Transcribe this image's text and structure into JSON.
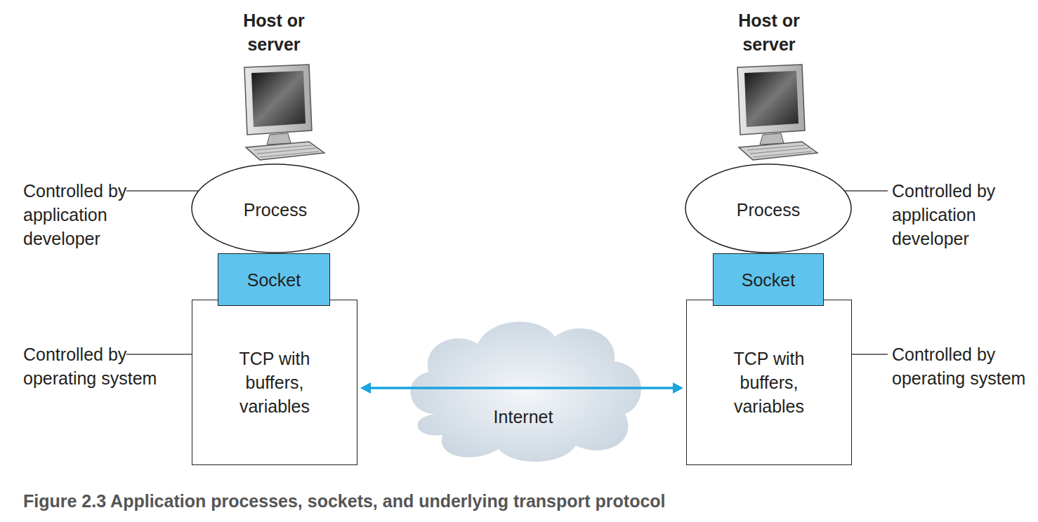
{
  "diagram": {
    "caption": "Figure 2.3 Application processes, sockets, and underlying transport protocol",
    "nodes": [
      {
        "text": [
          "Process"
        ]
      },
      {
        "text": [
          "Socket"
        ]
      },
      {
        "text": [
          "TCP with buffers, variables"
        ]
      },
      {
        "text": [
          "Internet"
        ]
      },
      {
        "text": [
          "Process"
        ]
      },
      {
        "text": [
          "Socket"
        ]
      },
      {
        "text": [
          "TCP with buffers, variables"
        ]
      }
    ],
    "edges": [
      {
        "from": 1,
        "to": 0,
        "arrow": "to"
      },
      {
        "from": 1,
        "to": 2,
        "arrow": "to"
      },
      {
        "from": 2,
        "to": 6,
        "arrow": "both"
      },
      {
        "from": 5,
        "to": 4,
        "arrow": "to"
      },
      {
        "from": 5,
        "to": 6,
        "arrow": "to"
      }
    ],
    "labels": [
      "Host or server",
      "Host or server",
      "Controlled by application developer",
      "Controlled by operating system",
      "Controlled by application developer",
      "Controlled by operating system"
    ]
  }
}
